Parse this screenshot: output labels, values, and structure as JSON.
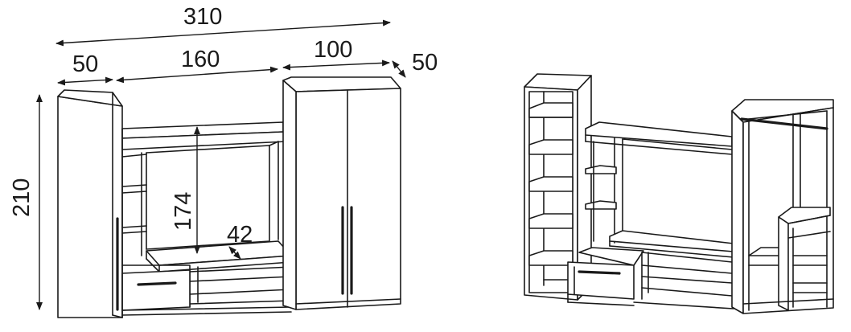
{
  "dimensions": {
    "total_width": "310",
    "left_column_width": "50",
    "middle_width": "160",
    "wardrobe_width": "100",
    "depth": "50",
    "height": "210",
    "tv_panel_height": "174",
    "shelf_depth": "42"
  }
}
